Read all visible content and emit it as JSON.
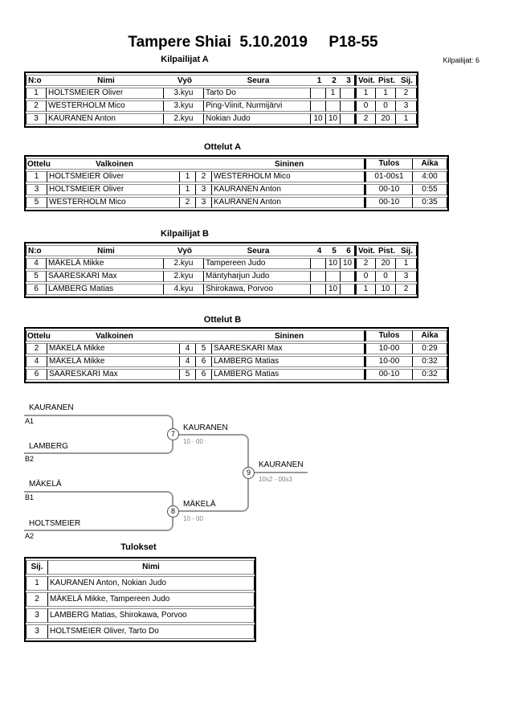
{
  "page": {
    "title": "Tampere Shiai  5.10.2019     P18-55",
    "competitors_label": "Kilpailijat: 6"
  },
  "colors": {
    "table_border": "#000000",
    "row_line": "#8c8c8c",
    "bracket_line": "#999999",
    "score_text": "#808080"
  },
  "pool_a": {
    "title": "Kilpailijat A",
    "headers": {
      "no": "N:o",
      "name": "Nimi",
      "belt": "Vyö",
      "club": "Seura",
      "m1": "1",
      "m2": "2",
      "m3": "3",
      "wins": "Voit.",
      "points": "Pist.",
      "place": "Sij."
    },
    "rows": [
      {
        "no": "1",
        "name": "HOLTSMEIER Oliver",
        "belt": "3.kyu",
        "club": "Tarto Do",
        "m1": "",
        "m2": "1",
        "m3": "",
        "wins": "1",
        "points": "1",
        "place": "2"
      },
      {
        "no": "2",
        "name": "WESTERHOLM Mico",
        "belt": "3.kyu",
        "club": "Ping-Viinit, Nurmijärvi",
        "m1": "",
        "m2": "",
        "m3": "",
        "wins": "0",
        "points": "0",
        "place": "3"
      },
      {
        "no": "3",
        "name": "KAURANEN Anton",
        "belt": "2.kyu",
        "club": "Nokian Judo",
        "m1": "10",
        "m2": "10",
        "m3": "",
        "wins": "2",
        "points": "20",
        "place": "1"
      }
    ]
  },
  "matches_a": {
    "title": "Ottelut A",
    "headers": {
      "match": "Ottelu",
      "white": "Valkoinen",
      "blue": "Sininen",
      "result": "Tulos",
      "time": "Aika"
    },
    "rows": [
      {
        "match": "1",
        "white": "HOLTSMEIER Oliver",
        "white_no": "1",
        "blue_no": "2",
        "blue": "WESTERHOLM Mico",
        "result": "01-00s1",
        "time": "4:00"
      },
      {
        "match": "3",
        "white": "HOLTSMEIER Oliver",
        "white_no": "1",
        "blue_no": "3",
        "blue": "KAURANEN Anton",
        "result": "00-10",
        "time": "0:55"
      },
      {
        "match": "5",
        "white": "WESTERHOLM Mico",
        "white_no": "2",
        "blue_no": "3",
        "blue": "KAURANEN Anton",
        "result": "00-10",
        "time": "0:35"
      }
    ]
  },
  "pool_b": {
    "title": "Kilpailijat B",
    "headers": {
      "no": "N:o",
      "name": "Nimi",
      "belt": "Vyö",
      "club": "Seura",
      "m1": "4",
      "m2": "5",
      "m3": "6",
      "wins": "Voit.",
      "points": "Pist.",
      "place": "Sij."
    },
    "rows": [
      {
        "no": "4",
        "name": "MÄKELÄ Mikke",
        "belt": "2.kyu",
        "club": "Tampereen Judo",
        "m1": "",
        "m2": "10",
        "m3": "10",
        "wins": "2",
        "points": "20",
        "place": "1"
      },
      {
        "no": "5",
        "name": "SAARESKARI Max",
        "belt": "2.kyu",
        "club": "Mäntyharjun Judo",
        "m1": "",
        "m2": "",
        "m3": "",
        "wins": "0",
        "points": "0",
        "place": "3"
      },
      {
        "no": "6",
        "name": "LAMBERG Matias",
        "belt": "4.kyu",
        "club": "Shirokawa, Porvoo",
        "m1": "",
        "m2": "10",
        "m3": "",
        "wins": "1",
        "points": "10",
        "place": "2"
      }
    ]
  },
  "matches_b": {
    "title": "Ottelut B",
    "headers": {
      "match": "Ottelu",
      "white": "Valkoinen",
      "blue": "Sininen",
      "result": "Tulos",
      "time": "Aika"
    },
    "rows": [
      {
        "match": "2",
        "white": "MÄKELÄ Mikke",
        "white_no": "4",
        "blue_no": "5",
        "blue": "SAARESKARI Max",
        "result": "10-00",
        "time": "0:29"
      },
      {
        "match": "4",
        "white": "MÄKELÄ Mikke",
        "white_no": "4",
        "blue_no": "6",
        "blue": "LAMBERG Matias",
        "result": "10-00",
        "time": "0:32"
      },
      {
        "match": "6",
        "white": "SAARESKARI Max",
        "white_no": "5",
        "blue_no": "6",
        "blue": "LAMBERG Matias",
        "result": "00-10",
        "time": "0:32"
      }
    ]
  },
  "bracket": {
    "semi1": {
      "top_name": "KAURANEN",
      "top_seed": "A1",
      "bottom_name": "LAMBERG",
      "bottom_seed": "B2",
      "match_no": "7",
      "winner": "KAURANEN",
      "score": "10 - 00"
    },
    "semi2": {
      "top_name": "MÄKELÄ",
      "top_seed": "B1",
      "bottom_name": "HOLTSMEIER",
      "bottom_seed": "A2",
      "match_no": "8",
      "winner": "MÄKELÄ",
      "score": "10 - 00"
    },
    "final": {
      "match_no": "9",
      "winner": "KAURANEN",
      "score": "10s2 - 00s3"
    }
  },
  "results": {
    "title": "Tulokset",
    "headers": {
      "place": "Sij.",
      "name": "Nimi"
    },
    "rows": [
      {
        "place": "1",
        "name": "KAURANEN Anton, Nokian Judo"
      },
      {
        "place": "2",
        "name": "MÄKELÄ Mikke, Tampereen Judo"
      },
      {
        "place": "3",
        "name": "LAMBERG Matias, Shirokawa, Porvoo"
      },
      {
        "place": "3",
        "name": "HOLTSMEIER Oliver, Tarto Do"
      }
    ]
  }
}
